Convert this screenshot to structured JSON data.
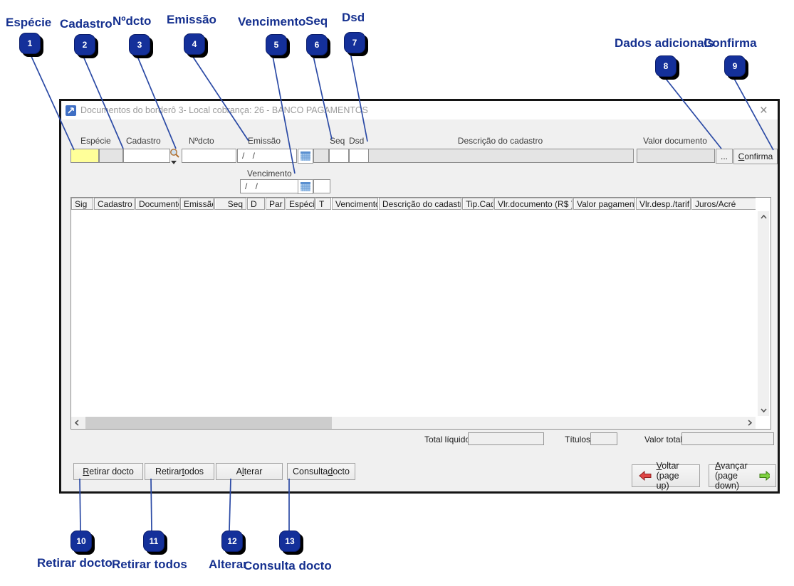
{
  "window": {
    "title": "Documentos do borderô 3- Local cobrança: 26 - BANCO PAGAMENTOS",
    "close_glyph": "×"
  },
  "callouts": {
    "items": [
      {
        "num": "1",
        "label": "Espécie"
      },
      {
        "num": "2",
        "label": "Cadastro"
      },
      {
        "num": "3",
        "label": "Nºdcto"
      },
      {
        "num": "4",
        "label": "Emissão"
      },
      {
        "num": "5",
        "label": "Vencimento"
      },
      {
        "num": "6",
        "label": "Seq"
      },
      {
        "num": "7",
        "label": "Dsd"
      },
      {
        "num": "8",
        "label": "Dados adicionais"
      },
      {
        "num": "9",
        "label": "Confirma"
      },
      {
        "num": "10",
        "label": "Retirar docto"
      },
      {
        "num": "11",
        "label": "Retirar todos"
      },
      {
        "num": "12",
        "label": "Alterar"
      },
      {
        "num": "13",
        "label": "Consulta docto"
      }
    ]
  },
  "form": {
    "especie_label": "Espécie",
    "cadastro_label": "Cadastro",
    "ndcto_label": "Nºdcto",
    "emissao_label": "Emissão",
    "vencimento_label": "Vencimento",
    "seq_label": "Seq",
    "dsd_label": "Dsd",
    "descricao_label": "Descrição do cadastro",
    "valor_doc_label": "Valor documento",
    "emissao_value": "/ /",
    "vencimento_value": "/ /",
    "dots_button": "...",
    "confirma_button": {
      "text": "Confirma",
      "underline": 0
    }
  },
  "table": {
    "columns": [
      {
        "label": "Sig",
        "width": 31,
        "align": "left"
      },
      {
        "label": "Cadastro",
        "width": 57,
        "align": "right"
      },
      {
        "label": "Documento",
        "width": 62,
        "align": "right"
      },
      {
        "label": "Emissão",
        "width": 47,
        "align": "left"
      },
      {
        "label": "Seq",
        "width": 45,
        "align": "right"
      },
      {
        "label": "D",
        "width": 25,
        "align": "left"
      },
      {
        "label": "Par",
        "width": 27,
        "align": "right"
      },
      {
        "label": "Espécie",
        "width": 41,
        "align": "left"
      },
      {
        "label": "T",
        "width": 22,
        "align": "left"
      },
      {
        "label": "Vencimento",
        "width": 65,
        "align": "left"
      },
      {
        "label": "Descrição do cadastro",
        "width": 116,
        "align": "left"
      },
      {
        "label": "Tip.Cad",
        "width": 44,
        "align": "left"
      },
      {
        "label": "Vlr.documento (R$ )",
        "width": 110,
        "align": "right"
      },
      {
        "label": "Valor pagamento",
        "width": 87,
        "align": "right"
      },
      {
        "label": "Vlr.desp./tarif",
        "width": 77,
        "align": "right"
      },
      {
        "label": "Juros/Acré",
        "width": 95,
        "align": "left"
      }
    ],
    "rows": []
  },
  "totals": {
    "total_liquido_label": "Total líquido",
    "total_liquido_value": "",
    "titulos_label": "Títulos",
    "titulos_value": "",
    "valor_total_label": "Valor total",
    "valor_total_value": ""
  },
  "actions": {
    "retirar_docto": {
      "text": "Retirar docto",
      "underline": 0
    },
    "retirar_todos": {
      "text": "Retirar todos",
      "underline": 8
    },
    "alterar": {
      "text": "Alterar",
      "underline": 1
    },
    "consulta_docto": {
      "text": "Consulta docto",
      "underline": 9
    },
    "voltar_line1": {
      "text": "Voltar",
      "underline": 0
    },
    "voltar_line2": "(page up)",
    "avancar_line1": {
      "text": "Avançar",
      "underline": 0
    },
    "avancar_line2": "(page down)"
  },
  "icons": {
    "magnifier-icon": "lens search glyph",
    "calendar-icon": "blue calendar grid",
    "dropdown-arrow-icon": "▼",
    "back-arrow-icon": "red left arrow",
    "forward-arrow-icon": "green right arrow",
    "scroll-up-icon": "chevron up",
    "scroll-down-icon": "chevron down",
    "scroll-left-icon": "chevron left",
    "scroll-right-icon": "chevron right",
    "app-icon": "blue square with white diagonal arrow"
  }
}
